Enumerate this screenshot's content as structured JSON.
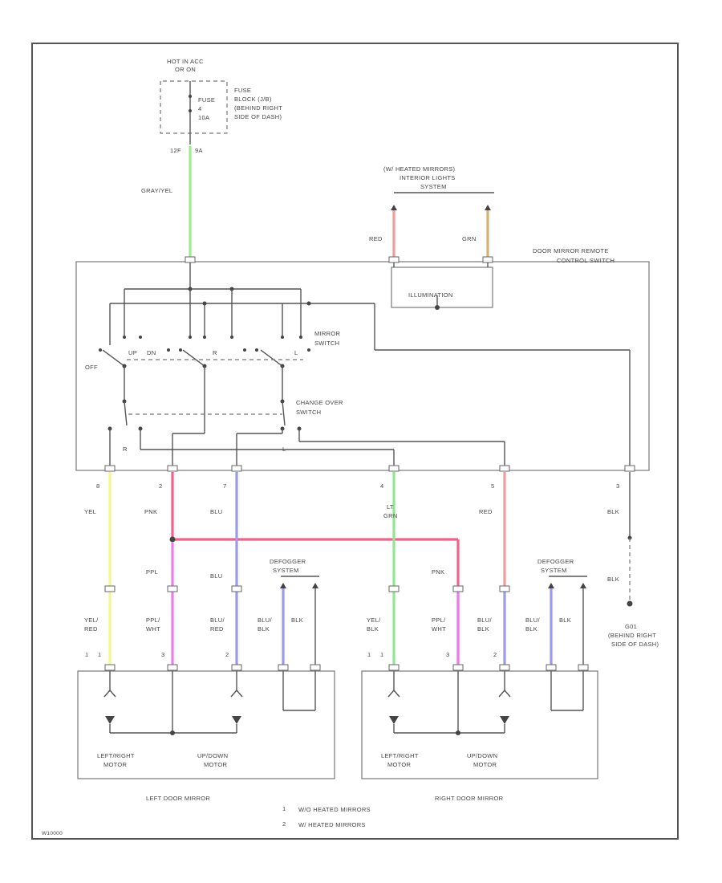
{
  "page": {
    "diagram_id": "W10000"
  },
  "power": {
    "hot_line1": "HOT IN ACC",
    "hot_line2": "OR ON",
    "fuse_label": "FUSE",
    "fuse_num": "4",
    "fuse_amp": "10A",
    "fuse_block1": "FUSE",
    "fuse_block2": "BLOCK (J/B)",
    "fuse_block3": "(BEHIND RIGHT",
    "fuse_block4": "SIDE OF DASH)",
    "pin_12f": "12F",
    "pin_9a": "9A",
    "wire_gry_yel": "GRAY/YEL"
  },
  "heated_note": {
    "line1": "(W/ HEATED MIRRORS)",
    "line2": "INTERIOR LIGHTS",
    "line3": "SYSTEM",
    "wire_red": "RED",
    "wire_grn": "GRN"
  },
  "switch": {
    "title1": "DOOR MIRROR REMOTE",
    "title2": "CONTROL SWITCH",
    "illumination": "ILLUMINATION",
    "mirror_switch1": "MIRROR",
    "mirror_switch2": "SWITCH",
    "changeover1": "CHANGE OVER",
    "changeover2": "SWITCH",
    "off": "OFF",
    "up": "UP",
    "dn": "DN",
    "r": "R",
    "l": "L",
    "pin_r": "R",
    "pin_l": "L"
  },
  "pins": {
    "p8": "8",
    "p2": "2",
    "p7": "7",
    "p4": "4",
    "p5": "5",
    "p3": "3"
  },
  "wires": {
    "yel": "YEL",
    "pnk": "PNK",
    "blu": "BLU",
    "lt_grn1": "LT",
    "lt_grn2": "GRN",
    "red": "RED",
    "blk": "BLK",
    "ppl": "PPL",
    "blu2": "BLU",
    "pnk2": "PNK",
    "blk2": "BLK"
  },
  "defogger": {
    "left1": "DEFOGGER",
    "left2": "SYSTEM",
    "right1": "DEFOGGER",
    "right2": "SYSTEM"
  },
  "left_mirror": {
    "w1a": "YEL/",
    "w1b": "RED",
    "w2a": "PPL/",
    "w2b": "WHT",
    "w3a": "BLU/",
    "w3b": "RED",
    "w4a": "BLU/",
    "w4b": "BLK",
    "w5": "BLK",
    "motor_lr1": "LEFT/RIGHT",
    "motor_lr2": "MOTOR",
    "motor_ud1": "UP/DOWN",
    "motor_ud2": "MOTOR",
    "title": "LEFT DOOR MIRROR",
    "pin_a": "1",
    "pin_b": "1",
    "pin_c": "3",
    "pin_d": "2"
  },
  "right_mirror": {
    "w1a": "YEL/",
    "w1b": "BLK",
    "w2a": "PPL/",
    "w2b": "WHT",
    "w3a": "BLU/",
    "w3b": "BLK",
    "w4a": "BLU/",
    "w4b": "BLK",
    "w5": "BLK",
    "motor_lr1": "LEFT/RIGHT",
    "motor_lr2": "MOTOR",
    "motor_ud1": "UP/DOWN",
    "motor_ud2": "MOTOR",
    "title": "RIGHT DOOR MIRROR",
    "pin_a": "1",
    "pin_b": "1",
    "pin_c": "3",
    "pin_d": "2"
  },
  "ground": {
    "line1": "G01",
    "line2": "(BEHIND RIGHT",
    "line3": "SIDE OF DASH)"
  },
  "legend": {
    "mark1": "1",
    "text1": "W/O HEATED MIRRORS",
    "mark2": "2",
    "text2": "W/ HEATED MIRRORS"
  },
  "colors": {
    "gry_yel": "#99ee88",
    "red": "#f49a9a",
    "grn": "#d8b070",
    "yel": "#f6f690",
    "pnk": "#f4608a",
    "blu": "#9a9aee",
    "lt_grn": "#8ee88e",
    "ppl": "#ee7aee"
  }
}
